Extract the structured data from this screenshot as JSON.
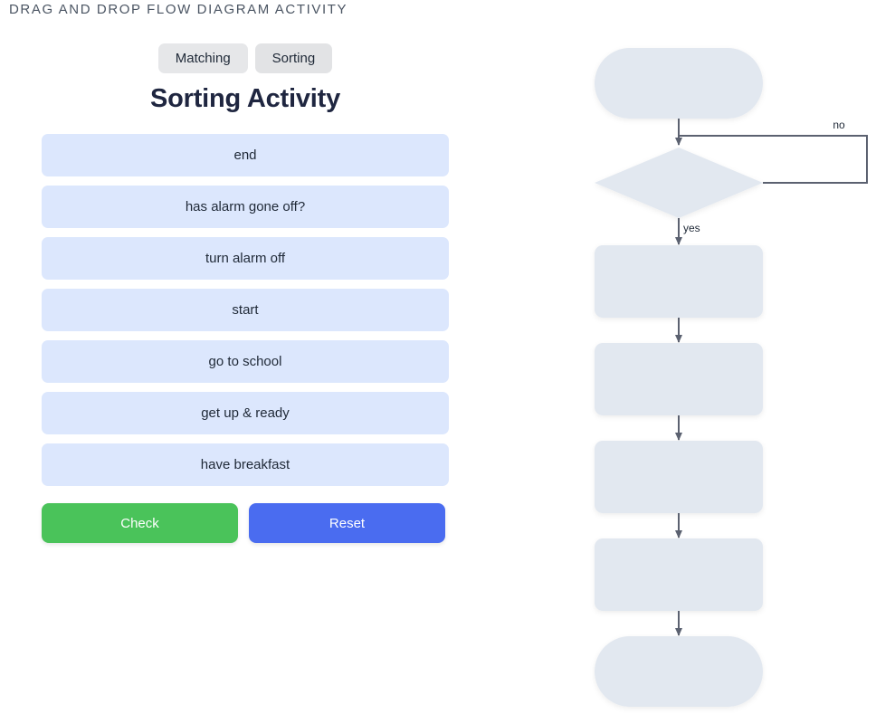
{
  "header": {
    "title": "DRAG AND DROP FLOW DIAGRAM ACTIVITY"
  },
  "tabs": [
    {
      "label": "Matching",
      "active": false
    },
    {
      "label": "Sorting",
      "active": true
    }
  ],
  "activity": {
    "title": "Sorting Activity",
    "items": [
      {
        "label": "end"
      },
      {
        "label": "has alarm gone off?"
      },
      {
        "label": "turn alarm off"
      },
      {
        "label": "start"
      },
      {
        "label": "go to school"
      },
      {
        "label": "get up & ready"
      },
      {
        "label": "have breakfast"
      }
    ],
    "buttons": {
      "check": "Check",
      "reset": "Reset"
    }
  },
  "flowchart": {
    "type": "flowchart",
    "nodes": [
      {
        "id": "n1",
        "shape": "terminator",
        "label": ""
      },
      {
        "id": "n2",
        "shape": "decision",
        "label": ""
      },
      {
        "id": "n3",
        "shape": "process",
        "label": ""
      },
      {
        "id": "n4",
        "shape": "process",
        "label": ""
      },
      {
        "id": "n5",
        "shape": "process",
        "label": ""
      },
      {
        "id": "n6",
        "shape": "process",
        "label": ""
      },
      {
        "id": "n7",
        "shape": "terminator",
        "label": ""
      }
    ],
    "edge_labels": {
      "no": "no",
      "yes": "yes"
    }
  },
  "colors": {
    "page_background": "#ffffff",
    "header_text": "#4b5563",
    "title_text": "#1f2640",
    "tab_background": "#e6e7e9",
    "drag_item_background": "#dce7fd",
    "drag_item_text": "#1f2937",
    "check_button": "#4ac35a",
    "reset_button": "#4a6cf0",
    "node_fill": "#e2e8f0",
    "connector_stroke": "#5b6170"
  }
}
